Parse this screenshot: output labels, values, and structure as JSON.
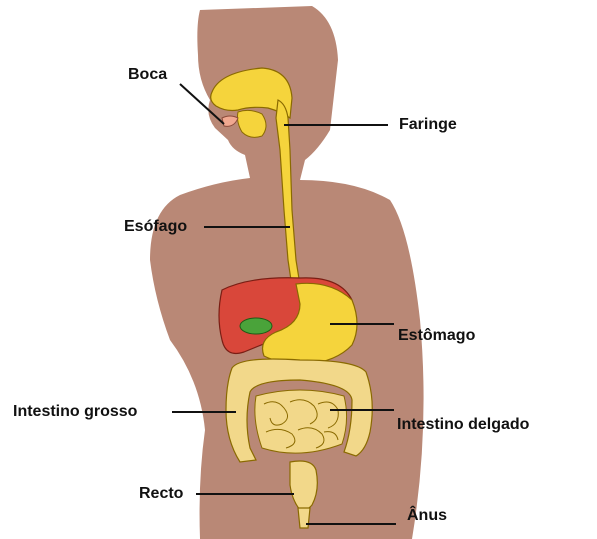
{
  "labels": {
    "boca": "Boca",
    "faringe": "Faringe",
    "esofago": "Esófago",
    "estomago": "Estômago",
    "intestino_grosso": "Intestino grosso",
    "intestino_delgado": "Intestino delgado",
    "recto": "Recto",
    "anus": "Ânus"
  },
  "colors": {
    "body": "#b98876",
    "tract": "#f5d43c",
    "tract_outline": "#8a6a00",
    "liver": "#d9473a",
    "gallbladder": "#4aa33a",
    "intestine": "#f2d88a",
    "leader_line": "#111111",
    "label_text": "#111111"
  }
}
